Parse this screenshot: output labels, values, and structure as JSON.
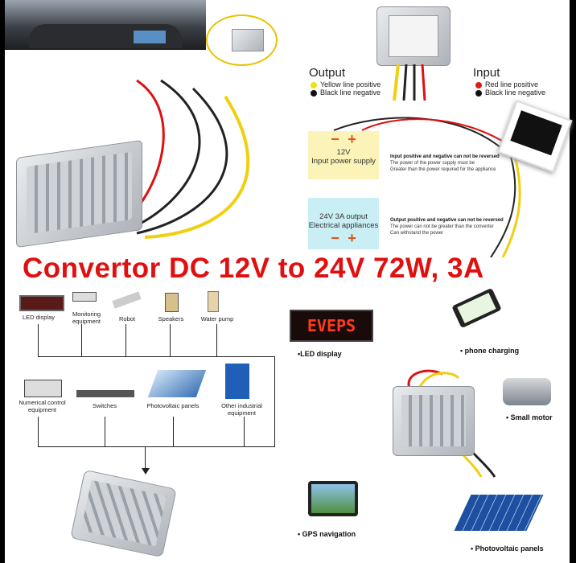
{
  "title": "Convertor DC 12V to 24V 72W, 3A",
  "wiring": {
    "output_heading": "Output",
    "output_items": [
      {
        "label": "Yellow line positive",
        "color": "#f2de1a"
      },
      {
        "label": "Black line negative",
        "color": "#111111"
      }
    ],
    "input_heading": "Input",
    "input_items": [
      {
        "label": "Red line positive",
        "color": "#e01a1a"
      },
      {
        "label": "Black line negative",
        "color": "#111111"
      }
    ],
    "input_box": {
      "minus": "−",
      "plus": "+",
      "line1": "12V",
      "line2": "Input power supply",
      "color": "#fbf3b8"
    },
    "input_note": {
      "bold": "Input positive and negative can not be reversed",
      "line1": "The power of the power supply must be",
      "line2": "Greater than the power required for the appliance"
    },
    "output_box": {
      "minus": "−",
      "plus": "+",
      "line1": "24V 3A output",
      "line2": "Electrical appliances",
      "color": "#c9eef4"
    },
    "output_note": {
      "bold": "Output positive and negative can not be reversed",
      "line1": "The power can not be greater than the converter",
      "line2": "Can withstand the power"
    }
  },
  "diagram": {
    "top_row": [
      "LED display",
      "Monitoring equipment",
      "Robot",
      "Speakers",
      "Water pump"
    ],
    "bottom_row": [
      "Numerical control equipment",
      "Switches",
      "Photovoltaic panels",
      "Other industrial equipment"
    ]
  },
  "applications": {
    "led_text": "EVEPS",
    "items": [
      "•LED display",
      "• phone charging",
      "• Small motor",
      "• GPS navigation",
      "• Photovoltaic panels"
    ]
  }
}
